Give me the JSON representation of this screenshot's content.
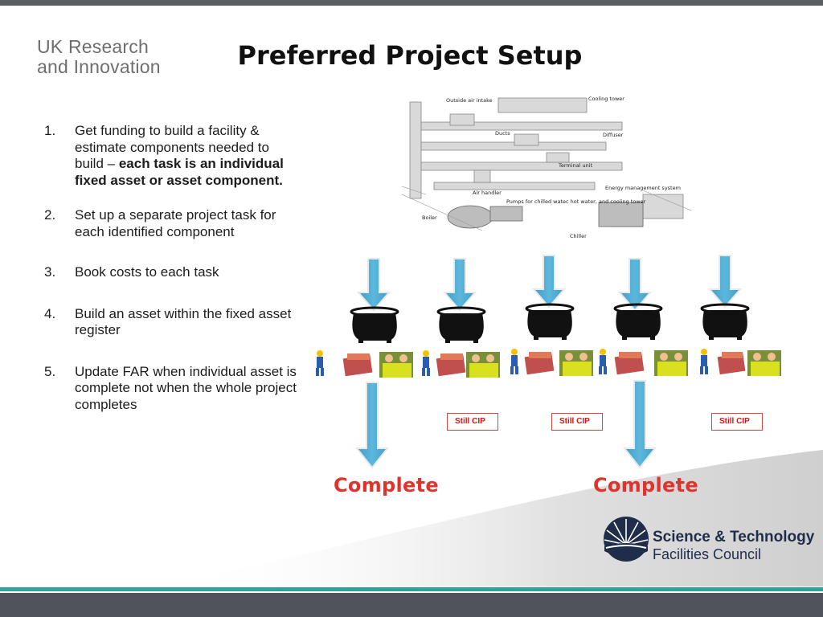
{
  "header": {
    "org_logo_line1": "UK Research",
    "org_logo_line2": "and Innovation",
    "title": "Preferred Project Setup"
  },
  "steps": [
    {
      "num": "1.",
      "text": "Get funding to build a facility & estimate components needed to build – ",
      "bold": "each task is an individual fixed asset or asset component."
    },
    {
      "num": "2.",
      "text": "Set up a separate project task for each identified component",
      "bold": ""
    },
    {
      "num": "3.",
      "text": "Book costs to each task",
      "bold": ""
    },
    {
      "num": "4.",
      "text": "Build an asset within the fixed asset register",
      "bold": ""
    },
    {
      "num": "5.",
      "text": "Update FAR when individual asset is complete not when the whole project completes",
      "bold": ""
    }
  ],
  "hvac_labels": {
    "outside_air": "Outside air intake",
    "cooling_tower": "Cooling tower",
    "ducts": "Ducts",
    "diffuser": "Diffuser",
    "terminal_unit": "Terminal unit",
    "energy_mgmt": "Energy management system",
    "air_handler": "Air handler",
    "pumps": "Pumps for chilled watec hot water, and cooling tower",
    "boiler": "Boiler",
    "chiller": "Chiller"
  },
  "status": {
    "still_cip": "Still CIP",
    "complete": "Complete"
  },
  "footer": {
    "logo_line1": "Science & Technology",
    "logo_line2": "Facilities Council"
  },
  "colors": {
    "arrow": "#4aa9cf",
    "complete_red": "#e0332b",
    "teal": "#2fa39b"
  }
}
